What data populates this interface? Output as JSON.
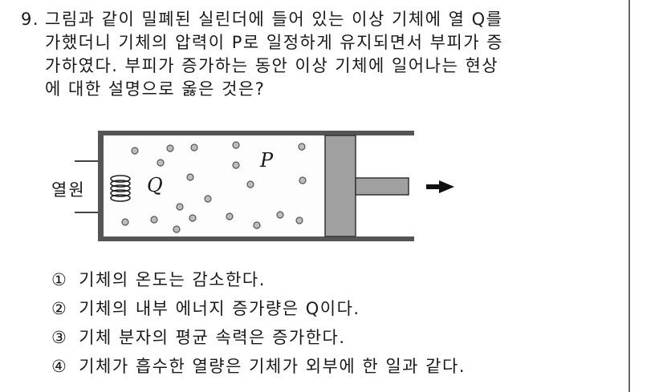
{
  "question": {
    "number": "9.",
    "lines": [
      "그림과 같이 밀폐된 실린더에 들어 있는 이상 기체에 열 Q를",
      "가했더니 기체의 압력이 P로 일정하게 유지되면서 부피가 증",
      "가하였다. 부피가 증가하는 동안 이상 기체에 일어나는 현상",
      "에 대한 설명으로 옳은 것은?"
    ]
  },
  "diagram": {
    "heat_source_label": "열원",
    "heat_label": "Q",
    "pressure_label": "P",
    "arrow_direction": "right",
    "colors": {
      "wall": "#555555",
      "piston": "#a0a0a0",
      "molecule": "#b4b4b4"
    }
  },
  "choices": [
    {
      "mark": "①",
      "text": "기체의 온도는 감소한다."
    },
    {
      "mark": "②",
      "text": "기체의 내부 에너지 증가량은 Q이다."
    },
    {
      "mark": "③",
      "text": "기체 분자의 평균 속력은 증가한다."
    },
    {
      "mark": "④",
      "text": "기체가 흡수한 열량은 기체가 외부에 한 일과 같다."
    }
  ]
}
